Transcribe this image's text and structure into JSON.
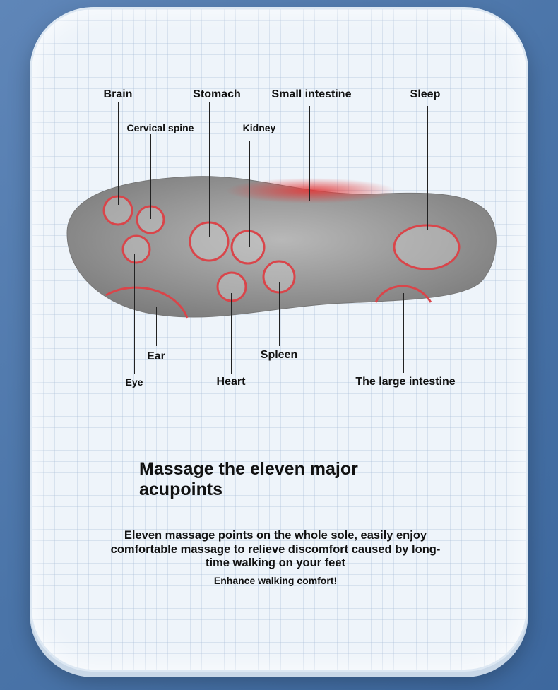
{
  "labels": {
    "items": [
      {
        "name": "Brain"
      },
      {
        "name": "Stomach"
      },
      {
        "name": "Small intestine"
      },
      {
        "name": "Sleep"
      },
      {
        "name": "Cervical spine"
      },
      {
        "name": "Kidney"
      },
      {
        "name": "Ear"
      },
      {
        "name": "Spleen"
      },
      {
        "name": "Eye"
      },
      {
        "name": "Heart"
      },
      {
        "name": "The large intestine"
      }
    ]
  },
  "heading": "Massage the eleven major acupoints",
  "description": "Eleven massage points on the whole sole, easily enjoy comfortable massage to relieve discomfort caused by long-time walking on your feet",
  "tagline": "Enhance walking comfort!",
  "colors": {
    "accent": "#d9333a",
    "sole": "#8e8e8e"
  }
}
